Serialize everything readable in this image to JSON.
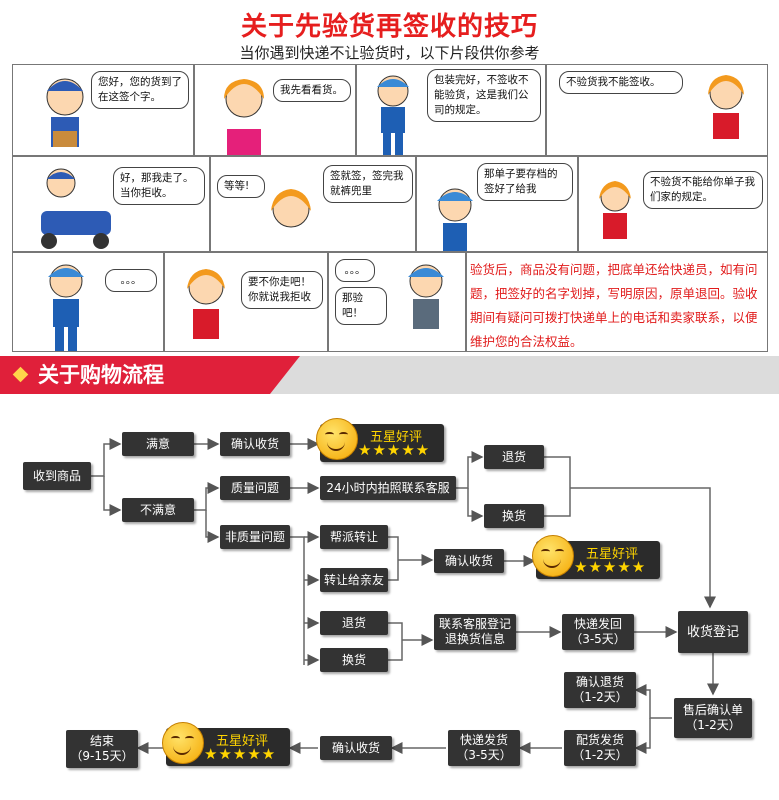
{
  "top": {
    "title": "关于先验货再签收的技巧",
    "subtitle": "当你遇到快递不让验货时，以下片段供你参考"
  },
  "comic": {
    "p1": "您好，您的货到了在这签个字。",
    "p2": "我先看看货。",
    "p3": "包装完好，不签收不能验货，这是我们公司的规定。",
    "p4": "不验货我不能签收。",
    "p5": "好，那我走了。当你拒收。",
    "p6": "等等!",
    "p7": "签就签，签完我就裤兜里",
    "p8": "那单子要存档的签好了给我",
    "p9": "不验货不能给你单子我们家的规定。",
    "p10": "。。。",
    "p11": "要不你走吧！你就说我拒收",
    "p12a": "。。。",
    "p12b": "那验吧！",
    "tips": "验货后，商品没有问题，把底单还给快递员，如有问题，把签好的名字划掉，写明原因，原单退回。验收期间有疑问可拨打快递单上的电话和卖家联系，以便维护您的合法权益。"
  },
  "flow": {
    "section_title": "关于购物流程",
    "receive": "收到商品",
    "satisfied": "满意",
    "confirm1": "确认收货",
    "unsatisfied": "不满意",
    "quality": "质量问题",
    "service24": "24小时内拍照联系客服",
    "return1": "退货",
    "exchange1": "换货",
    "nonquality": "非质量问题",
    "help_transfer": "帮派转让",
    "transfer_friend": "转让给亲友",
    "confirm2": "确认收货",
    "return2": "退货",
    "exchange2": "换货",
    "contact_service": "联系客服登记\n退换货信息",
    "express_back": "快递发回\n（3-5天）",
    "receipt_register": "收货登记",
    "confirm_return": "确认退货\n（1-2天）",
    "after_sale": "售后确认单\n（1-2天）",
    "ship_goods": "配货发货\n（1-2天）",
    "express_ship": "快递发货\n（3-5天）",
    "confirm3": "确认收货",
    "end": "结束\n（9-15天）",
    "five_star": "五星好评",
    "stars": "★★★★★"
  },
  "colors": {
    "accent_red": "#e61e1e",
    "node_bg": "#333333",
    "star": "#ffd400"
  }
}
